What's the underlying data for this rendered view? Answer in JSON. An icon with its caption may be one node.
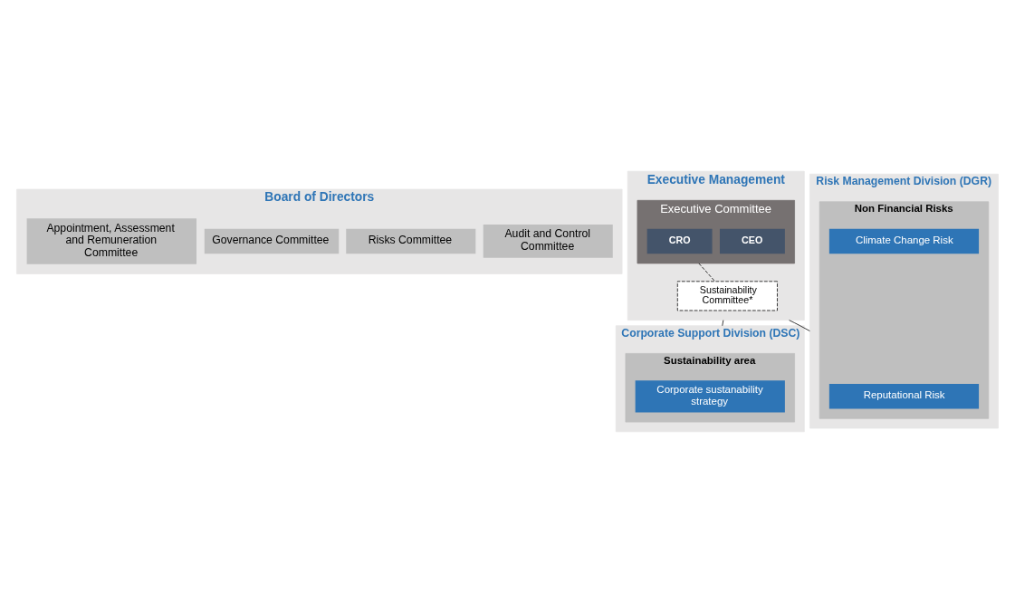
{
  "diagram": {
    "nodes": [
      {
        "text": [
          "Board of Directors"
        ]
      },
      {
        "text": [
          "Audit and Control Committee"
        ],
        "in": 0
      },
      {
        "text": [
          "Risks Committee"
        ],
        "in": 0
      },
      {
        "text": [
          "Governance Committee"
        ],
        "in": 0
      },
      {
        "text": [
          "Appointment, Assessment and Remuneration Committee"
        ],
        "in": 0
      },
      {
        "text": [
          "Executive Management"
        ]
      },
      {
        "text": [
          "Executive Committee"
        ],
        "in": 5
      },
      {
        "text": [
          "CEO"
        ],
        "in": 6
      },
      {
        "text": [
          "CRO"
        ],
        "in": 6
      },
      {
        "text": [
          "Sustainability Committee*"
        ],
        "in": 5
      },
      {
        "text": [
          "Risk Management Division (DGR)"
        ]
      },
      {
        "text": [
          "Non Financial Risks"
        ],
        "in": 10
      },
      {
        "text": [
          "Climate Change Risk"
        ],
        "in": 11
      },
      {
        "text": [
          "Reputational Risk"
        ],
        "in": 11
      },
      {
        "text": [
          "Corporate Support Division (DSC)"
        ]
      },
      {
        "text": [
          "Sustainability area"
        ],
        "in": 14
      },
      {
        "text": [
          "Corporate sustanability strategy"
        ],
        "in": 15
      }
    ],
    "edges": [
      {
        "from": 6,
        "to": 9,
        "arrow": "none",
        "style": "dashed"
      },
      {
        "from": 5,
        "to": 10,
        "arrow": "none"
      },
      {
        "from": 5,
        "to": 14,
        "arrow": "none"
      }
    ]
  }
}
